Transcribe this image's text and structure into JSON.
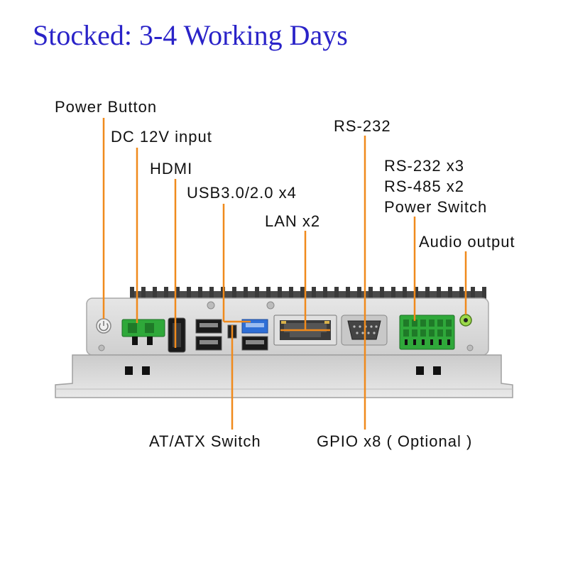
{
  "headline": "Stocked: 3-4 Working Days",
  "callouts": {
    "power_button": "Power Button",
    "dc_input": "DC 12V input",
    "hdmi": "HDMI",
    "usb": "USB3.0/2.0 x4",
    "lan": "LAN x2",
    "rs232_top": "RS-232",
    "rs232_x3": "RS-232 x3",
    "rs485_x2": "RS-485 x2",
    "power_switch": "Power Switch",
    "audio_output": "Audio output",
    "at_atx_switch": "AT/ATX Switch",
    "gpio": "GPIO x8 ( Optional )"
  },
  "colors": {
    "headline": "#2a23c8",
    "leader_line": "#f08a1c",
    "terminal_green": "#2fa83a",
    "usb3_blue": "#2f6fd6",
    "chassis": "#d8d8d8"
  }
}
